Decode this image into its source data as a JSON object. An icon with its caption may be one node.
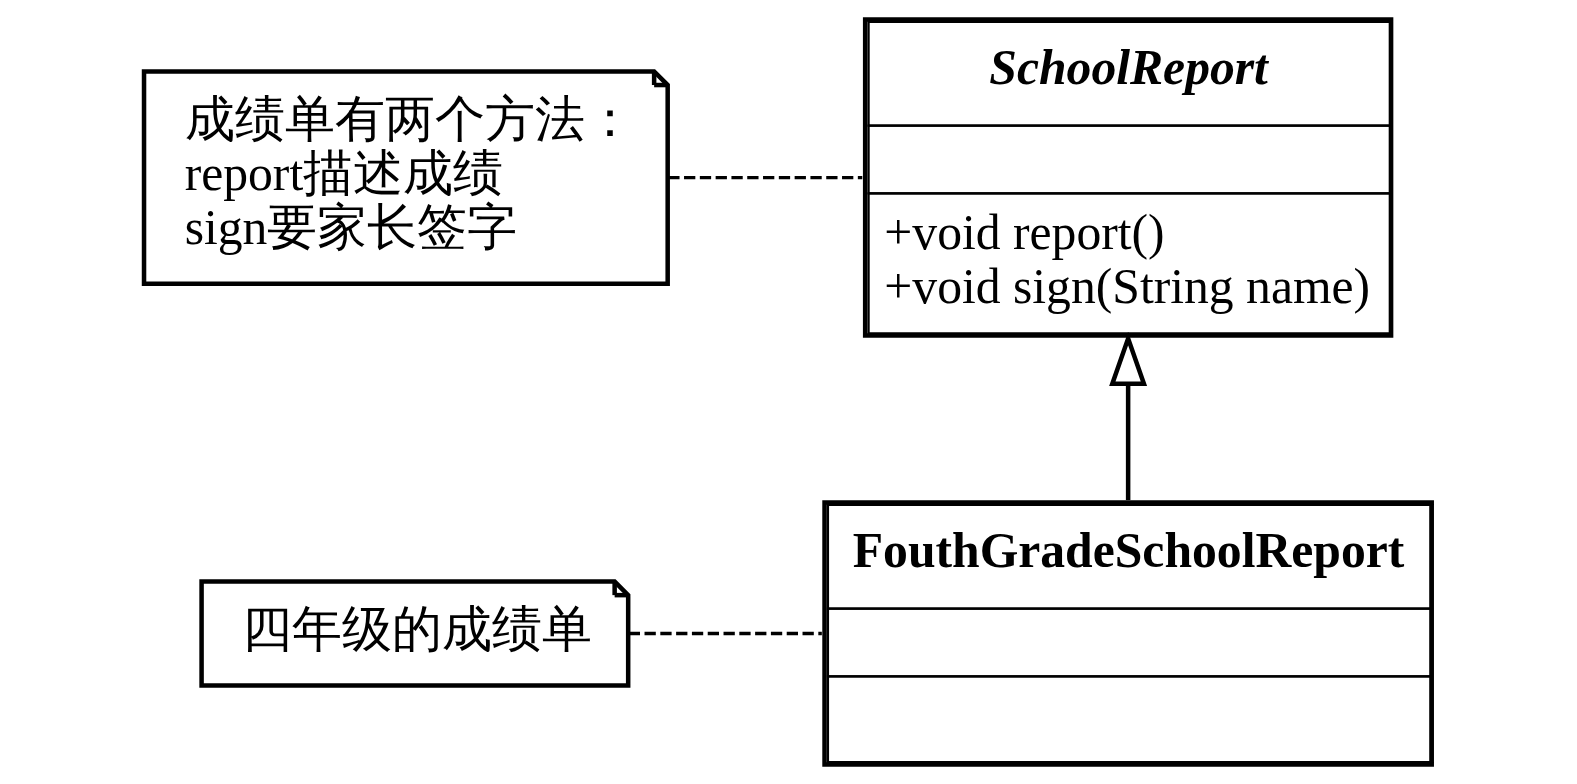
{
  "diagram": {
    "nodes": [
      {
        "text": [
          "成绩单有两个方法：",
          "report描述成绩",
          "sign要家长签字"
        ]
      },
      {
        "text": [
          "SchoolReport",
          "+void report()",
          "+void sign(String name)"
        ]
      },
      {
        "text": [
          "FouthGradeSchoolReport"
        ]
      },
      {
        "text": [
          "四年级的成绩单"
        ]
      }
    ],
    "edges": [
      {
        "from": 0,
        "to": 1,
        "arrow": "none",
        "style": "dashed"
      },
      {
        "from": 2,
        "to": 1,
        "arrow": "to"
      },
      {
        "from": 3,
        "to": 2,
        "arrow": "none",
        "style": "dashed"
      }
    ]
  }
}
